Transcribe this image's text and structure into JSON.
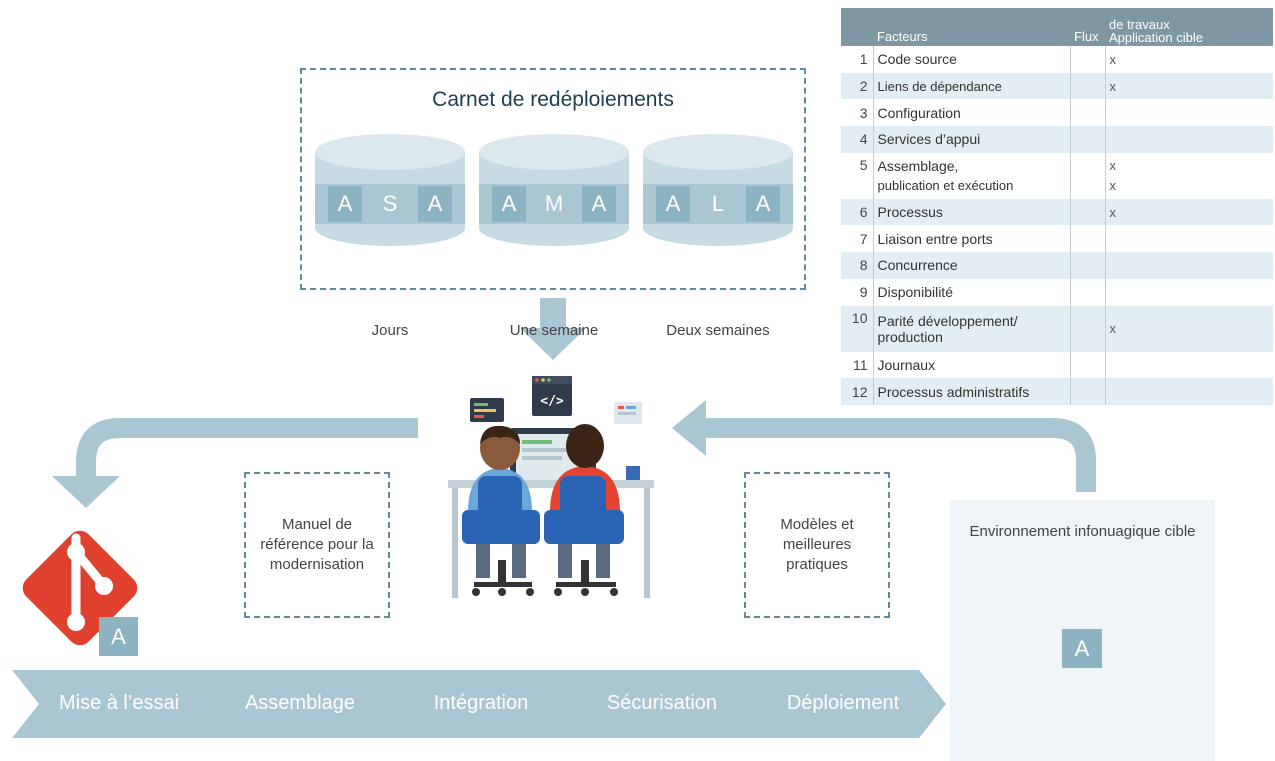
{
  "carnet": {
    "title": "Carnet de redéploiements",
    "databases": [
      {
        "letters": [
          "A",
          "S",
          "A"
        ],
        "label": "Jours"
      },
      {
        "letters": [
          "A",
          "M",
          "A"
        ],
        "label": "Une semaine"
      },
      {
        "letters": [
          "A",
          "L",
          "A"
        ],
        "label": "Deux semaines"
      }
    ]
  },
  "table": {
    "headers": {
      "factor": "Facteurs",
      "flux": "Flux",
      "app_line1": "de travaux",
      "app_line2": "Application cible"
    },
    "rows": [
      {
        "num": "1",
        "factor": "Code source",
        "app": "x"
      },
      {
        "num": "2",
        "factor": "Liens de dépendance",
        "app": "x"
      },
      {
        "num": "3",
        "factor": "Configuration",
        "app": ""
      },
      {
        "num": "4",
        "factor": "Services d’appui",
        "app": ""
      },
      {
        "num": "5",
        "factor_line1": "Assemblage,",
        "factor_line2": "publication et exécution",
        "app_line1": "x",
        "app_line2": "x"
      },
      {
        "num": "6",
        "factor": "Processus",
        "app": "x"
      },
      {
        "num": "7",
        "factor": "Liaison entre ports",
        "app": ""
      },
      {
        "num": "8",
        "factor": "Concurrence",
        "app": ""
      },
      {
        "num": "9",
        "factor": "Disponibilité",
        "app": ""
      },
      {
        "num": "10",
        "factor_line1": "Parité développement/",
        "factor_line2": "production",
        "app": "x"
      },
      {
        "num": "11",
        "factor": "Journaux",
        "app": ""
      },
      {
        "num": "12",
        "factor": "Processus administratifs",
        "app": ""
      }
    ]
  },
  "boxes": {
    "manual": "Manuel de référence pour la modernisation",
    "models": "Modèles et meilleures pratiques",
    "environment": "Environnement infonuagique cible",
    "environment_tile": "A",
    "git_tile": "A"
  },
  "pipeline": [
    "Mise à l’essai",
    "Assemblage",
    "Intégration",
    "Sécurisation",
    "Déploiement"
  ],
  "illustration": {
    "code_tag": "</>"
  },
  "colors": {
    "arrow": "#a9c6d2",
    "tile": "#8db3c3",
    "dashed_border": "#5f8aa0",
    "table_header": "#7d98a3",
    "git_red": "#e0412f"
  }
}
